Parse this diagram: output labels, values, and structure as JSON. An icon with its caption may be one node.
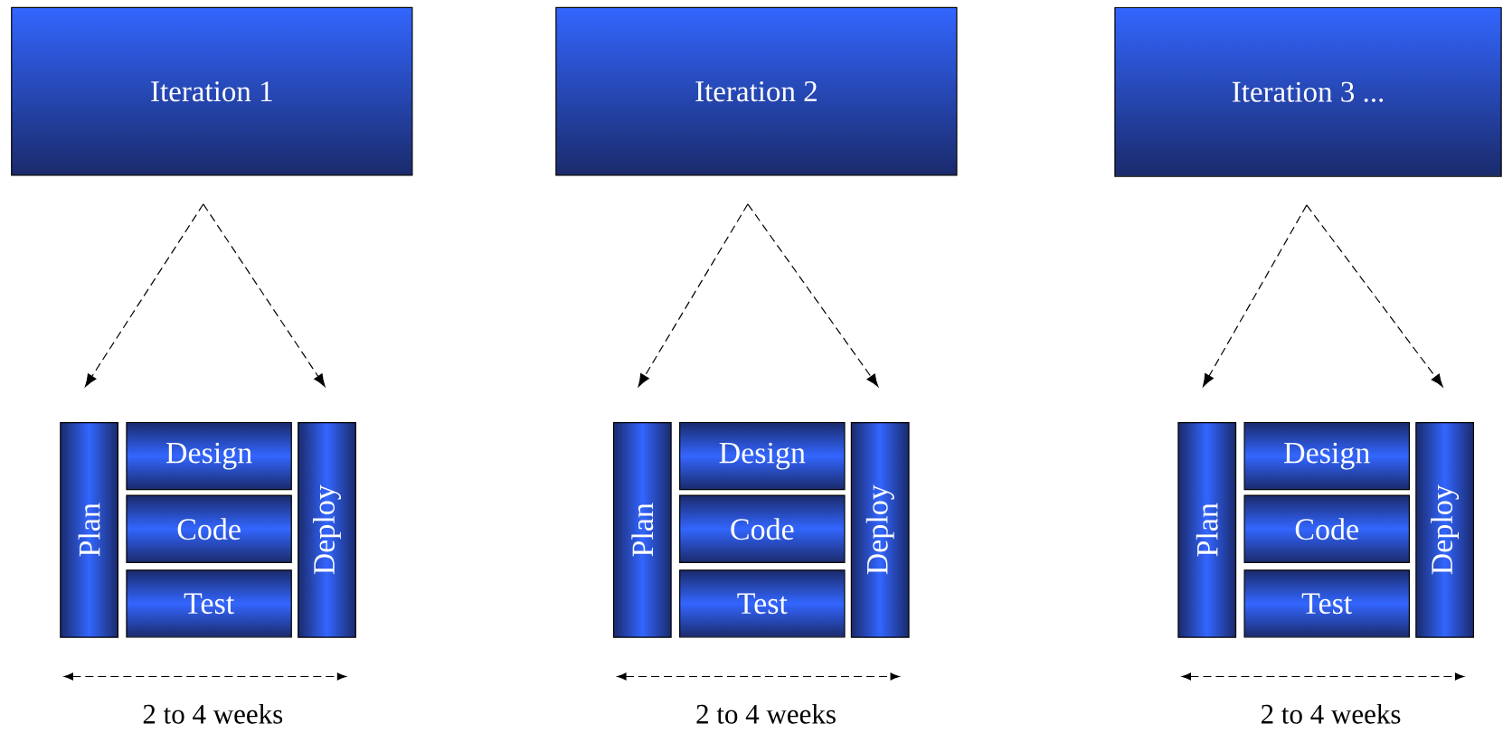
{
  "diagram": {
    "nodes": [
      {
        "text": [
          "Iteration 1"
        ]
      },
      {
        "text": [
          "Plan"
        ]
      },
      {
        "text": [
          "Design"
        ]
      },
      {
        "text": [
          "Code"
        ]
      },
      {
        "text": [
          "Test"
        ]
      },
      {
        "text": [
          "Deploy"
        ]
      },
      {
        "text": [
          "Iteration 2"
        ]
      },
      {
        "text": [
          "Plan"
        ]
      },
      {
        "text": [
          "Design"
        ]
      },
      {
        "text": [
          "Code"
        ]
      },
      {
        "text": [
          "Test"
        ]
      },
      {
        "text": [
          "Deploy"
        ]
      },
      {
        "text": [
          "Iteration 3 ..."
        ]
      },
      {
        "text": [
          "Plan"
        ]
      },
      {
        "text": [
          "Design"
        ]
      },
      {
        "text": [
          "Code"
        ]
      },
      {
        "text": [
          "Test"
        ]
      },
      {
        "text": [
          "Deploy"
        ]
      }
    ],
    "edges": [
      {
        "from": 0,
        "to": 1,
        "arrow": "to",
        "style": "dashed"
      },
      {
        "from": 0,
        "to": 5,
        "arrow": "to",
        "style": "dashed"
      },
      {
        "from": 6,
        "to": 7,
        "arrow": "to",
        "style": "dashed"
      },
      {
        "from": 6,
        "to": 11,
        "arrow": "to",
        "style": "dashed"
      },
      {
        "from": 12,
        "to": 13,
        "arrow": "to",
        "style": "dashed"
      },
      {
        "from": 12,
        "to": 17,
        "arrow": "to",
        "style": "dashed"
      }
    ],
    "labels": [
      "2 to 4 weeks",
      "2 to 4 weeks",
      "2 to 4 weeks"
    ]
  }
}
